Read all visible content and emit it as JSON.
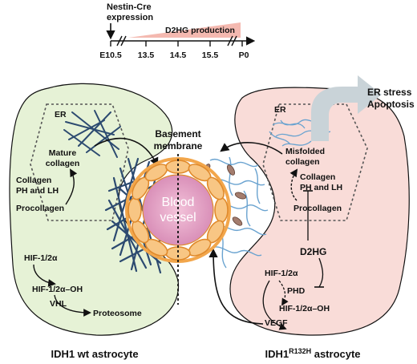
{
  "timeline": {
    "induction_label_line1": "Nestin-Cre",
    "induction_label_line2": "expression",
    "production_label": "D2HG production",
    "ticks": [
      "E10.5",
      "13.5",
      "14.5",
      "15.5",
      "P0"
    ]
  },
  "left_cell": {
    "caption": "IDH1 wt astrocyte",
    "er_label": "ER",
    "mature_collagen_line1": "Mature",
    "mature_collagen_line2": "collagen",
    "enzymes_line1": "Collagen",
    "enzymes_line2": "PH and LH",
    "procollagen": "Procollagen",
    "hif": "HIF-1/2α",
    "hif_oh": "HIF-1/2α–OH",
    "vhl": "VHL",
    "proteosome": "Proteosome"
  },
  "center": {
    "bm_line1": "Basement",
    "bm_line2": "membrane",
    "vessel_line1": "Blood",
    "vessel_line2": "vessel"
  },
  "right_cell": {
    "caption_main": "IDH1",
    "caption_sup": "R132H",
    "caption_rest": " astrocyte",
    "er_label": "ER",
    "er_stress_line1": "ER stress",
    "er_stress_line2": "Apoptosis",
    "misfolded_line1": "Misfolded",
    "misfolded_line2": "collagen",
    "enzymes_line1": "Collagen",
    "enzymes_line2": "PH and LH",
    "procollagen": "Procollagen",
    "d2hg": "D2HG",
    "hif": "HIF-1/2α",
    "phd": "PHD",
    "hif_oh": "HIF-1/2α–OH",
    "vegf": "VEGF"
  },
  "colors": {
    "left_cell_fill": "#e6f2d6",
    "right_cell_fill": "#f9dcd8",
    "vessel_inner": "#d98fb8",
    "vessel_ring": "#f2a64b",
    "fiber_dark": "#2c4a70",
    "fiber_light": "#6aa3d0",
    "arrow_grey": "#c9d3d8",
    "ramp": "#f4b9b0"
  }
}
